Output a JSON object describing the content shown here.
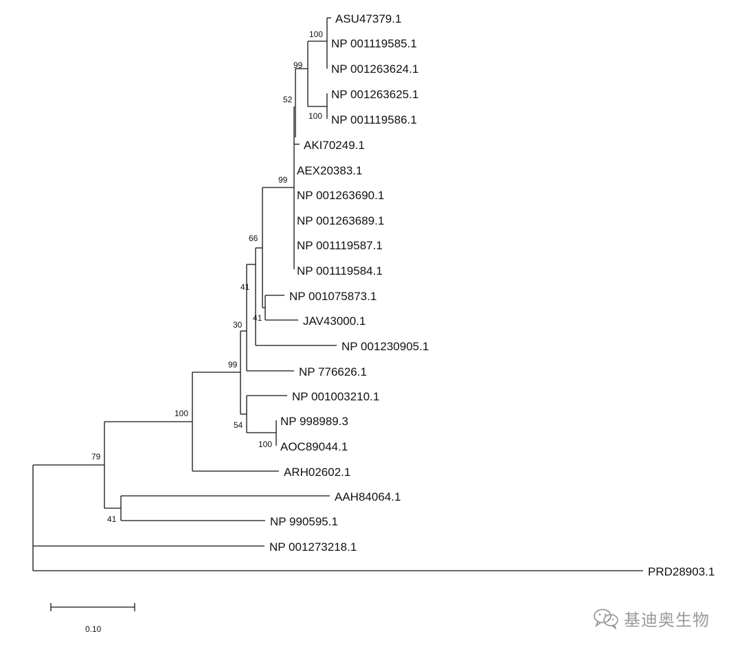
{
  "leaves": [
    "ASU47379.1",
    "NP 001119585.1",
    "NP 001263624.1",
    "NP 001263625.1",
    "NP 001119586.1",
    "AKI70249.1",
    "AEX20383.1",
    "NP 001263690.1",
    "NP 001263689.1",
    "NP 001119587.1",
    "NP 001119584.1",
    "NP 001075873.1",
    "JAV43000.1",
    "NP 001230905.1",
    "NP 776626.1",
    "NP 001003210.1",
    "NP 998989.3",
    "AOC89044.1",
    "ARH02602.1",
    "AAH84064.1",
    "NP 990595.1",
    "NP 001273218.1",
    "PRD28903.1"
  ],
  "bootstrap": [
    "100",
    "99",
    "100",
    "52",
    "99",
    "66",
    "41",
    "41",
    "30",
    "99",
    "100",
    "54",
    "100",
    "79",
    "41"
  ],
  "scale_bar": {
    "label": "0.10",
    "value": 0.1
  },
  "watermark": {
    "text": "基迪奥生物",
    "icon": "wechat-icon"
  },
  "colors": {
    "line": "#111111",
    "text": "#111111",
    "watermark": "#9a9a9a"
  }
}
